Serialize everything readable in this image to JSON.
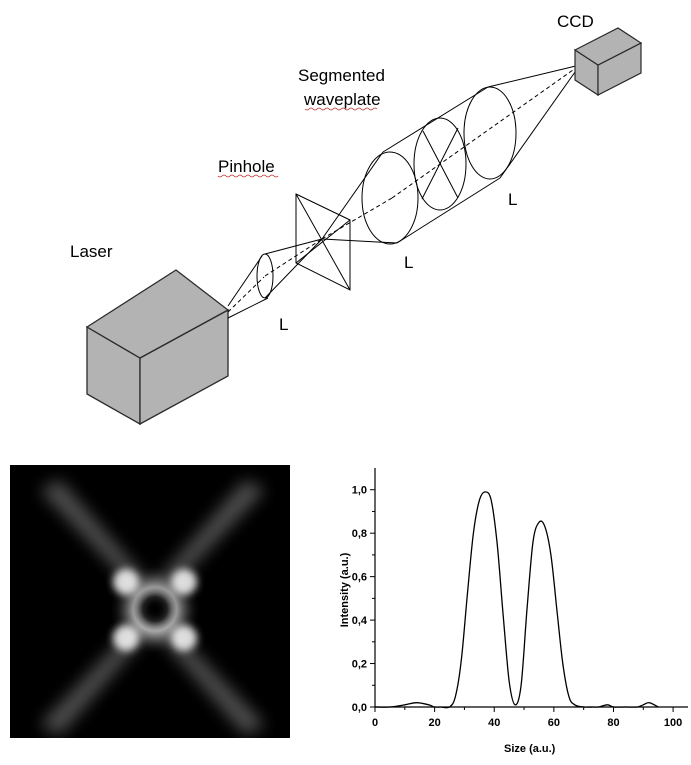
{
  "diagram": {
    "labels": {
      "ccd": "CCD",
      "segmented_waveplate_line1": "Segmented",
      "segmented_waveplate_line2": "waveplate",
      "pinhole": "Pinhole",
      "laser": "Laser",
      "lens_small": "L",
      "lens_mid": "L",
      "lens_far": "L"
    },
    "colors": {
      "box_fill": "#b3b3b3",
      "box_stroke": "#2a2a2a",
      "line": "#000000"
    }
  },
  "beam_image": {
    "description_icon": "doughnut-beam-intensity-image",
    "background": "#000000"
  },
  "chart_data": {
    "type": "line",
    "xlabel": "Size (a.u.)",
    "ylabel": "Intensity (a.u.)",
    "xlim": [
      0,
      105
    ],
    "ylim": [
      0,
      1.1
    ],
    "x_ticks": [
      "0",
      "20",
      "40",
      "60",
      "80",
      "100"
    ],
    "y_ticks": [
      "0,0",
      "0,2",
      "0,4",
      "0,6",
      "0,8",
      "1,0"
    ],
    "series": [
      {
        "x": [
          0,
          5,
          10,
          14,
          18,
          20,
          22,
          25,
          27,
          29,
          31,
          33,
          35,
          37,
          39,
          41,
          43,
          45,
          47,
          49,
          51,
          53,
          55,
          57,
          59,
          61,
          63,
          65,
          67,
          70,
          73,
          75,
          78,
          80,
          84,
          88,
          90,
          92,
          95
        ],
        "values": [
          0.0,
          0.0,
          0.01,
          0.02,
          0.01,
          0.0,
          0.0,
          0.0,
          0.05,
          0.22,
          0.52,
          0.8,
          0.95,
          0.99,
          0.95,
          0.75,
          0.42,
          0.12,
          0.01,
          0.1,
          0.45,
          0.76,
          0.85,
          0.83,
          0.7,
          0.45,
          0.2,
          0.05,
          0.01,
          0.0,
          0.0,
          0.0,
          0.01,
          0.0,
          0.0,
          0.0,
          0.01,
          0.02,
          0.0
        ]
      }
    ]
  }
}
